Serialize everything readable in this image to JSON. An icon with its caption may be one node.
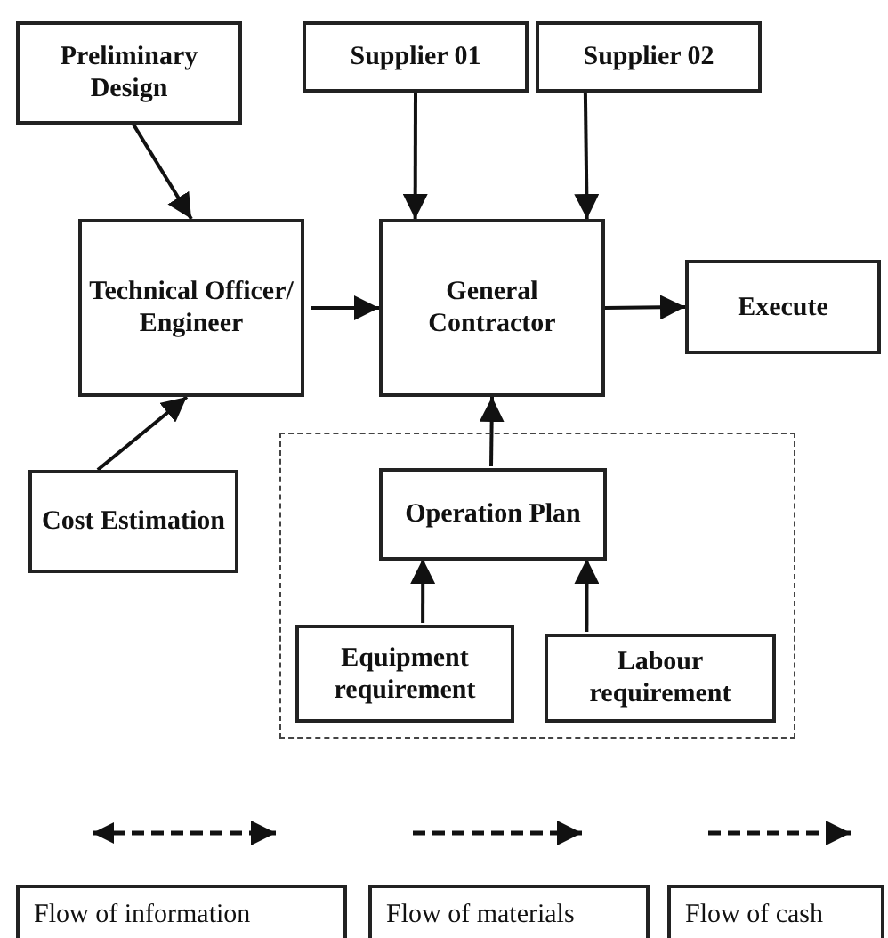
{
  "diagram": {
    "nodes": [
      {
        "text": [
          "Preliminary Design"
        ]
      },
      {
        "text": [
          "Supplier 01"
        ]
      },
      {
        "text": [
          "Supplier 02"
        ]
      },
      {
        "text": [
          "Technical Officer/ Engineer"
        ]
      },
      {
        "text": [
          "General Contractor"
        ]
      },
      {
        "text": [
          "Execute"
        ]
      },
      {
        "text": [
          "Cost Estimation"
        ]
      },
      {
        "text": [],
        "shape": "box"
      },
      {
        "text": [
          "Operation Plan"
        ],
        "in": 7
      },
      {
        "text": [
          "Equipment requirement"
        ],
        "in": 7
      },
      {
        "text": [
          "Labour requirement"
        ],
        "in": 7
      }
    ],
    "edges": [
      {
        "from": 0,
        "to": 3,
        "arrow": "to"
      },
      {
        "from": 6,
        "to": 3,
        "arrow": "to"
      },
      {
        "from": 3,
        "to": 4,
        "arrow": "to"
      },
      {
        "from": 1,
        "to": 4,
        "arrow": "to"
      },
      {
        "from": 2,
        "to": 4,
        "arrow": "to"
      },
      {
        "from": 4,
        "to": 5,
        "arrow": "to"
      },
      {
        "from": 8,
        "to": 4,
        "arrow": "to"
      },
      {
        "from": 9,
        "to": 8,
        "arrow": "to"
      },
      {
        "from": 10,
        "to": 8,
        "arrow": "to"
      }
    ],
    "legend": [
      {
        "text": "Flow of information"
      },
      {
        "text": "Flow of materials"
      },
      {
        "text": "Flow of cash"
      }
    ]
  }
}
